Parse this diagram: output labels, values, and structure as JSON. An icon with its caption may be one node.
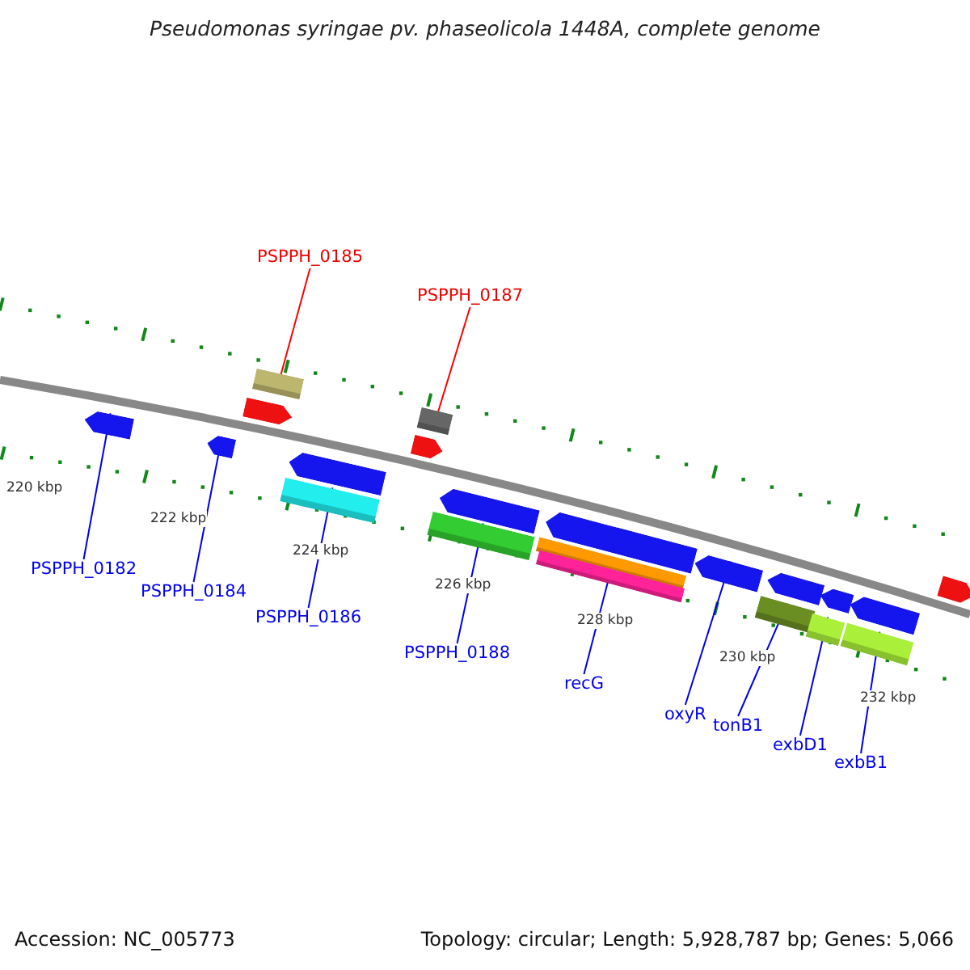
{
  "diagram": {
    "title": "Pseudomonas syringae pv. phaseolicola 1448A, complete genome",
    "nodes": [
      {
        "text": [],
        "shape": "arrow"
      },
      {
        "text": [],
        "shape": "bar"
      },
      {
        "text": [],
        "shape": "arrow"
      },
      {
        "text": [],
        "shape": "arrow"
      },
      {
        "text": [],
        "shape": "arrow"
      },
      {
        "text": [],
        "shape": "bar"
      },
      {
        "text": [],
        "shape": "bar"
      },
      {
        "text": [],
        "shape": "arrow"
      },
      {
        "text": [],
        "shape": "arrow"
      },
      {
        "text": [],
        "shape": "bar"
      },
      {
        "text": [],
        "shape": "arrow"
      },
      {
        "text": [],
        "shape": "bar"
      },
      {
        "text": [],
        "shape": "bar"
      },
      {
        "text": [],
        "shape": "arrow"
      },
      {
        "text": [],
        "shape": "arrow"
      },
      {
        "text": [],
        "shape": "bar"
      },
      {
        "text": [],
        "shape": "arrow"
      },
      {
        "text": [],
        "shape": "arrow"
      },
      {
        "text": [],
        "shape": "bar"
      },
      {
        "text": [],
        "shape": "bar"
      },
      {
        "text": [],
        "shape": "arrow"
      },
      {
        "text": [
          "PSPPH_0185"
        ]
      },
      {
        "text": [
          "PSPPH_0187"
        ]
      },
      {
        "text": [
          "PSPPH_0182"
        ]
      },
      {
        "text": [
          "PSPPH_0184"
        ]
      },
      {
        "text": [
          "PSPPH_0186"
        ]
      },
      {
        "text": [
          "PSPPH_0188"
        ]
      },
      {
        "text": [
          "recG"
        ]
      },
      {
        "text": [
          "oxyR"
        ]
      },
      {
        "text": [
          "tonB1"
        ]
      },
      {
        "text": [
          "exbD1"
        ]
      },
      {
        "text": [
          "exbB1"
        ]
      }
    ],
    "edges": [
      {
        "from": 21,
        "to": 1,
        "arrow": "none",
        "color": "#ff0000"
      },
      {
        "from": 22,
        "to": 6,
        "arrow": "none",
        "color": "#ff0000"
      },
      {
        "from": 23,
        "to": 0,
        "arrow": "none"
      },
      {
        "from": 24,
        "to": 3,
        "arrow": "none"
      },
      {
        "from": 25,
        "to": 5,
        "arrow": "none"
      },
      {
        "from": 26,
        "to": 9,
        "arrow": "none"
      },
      {
        "from": 27,
        "to": 12,
        "arrow": "none"
      },
      {
        "from": 28,
        "to": 13,
        "arrow": "none"
      },
      {
        "from": 29,
        "to": 15,
        "arrow": "none"
      },
      {
        "from": 30,
        "to": 18,
        "arrow": "none"
      },
      {
        "from": 31,
        "to": 19,
        "arrow": "none"
      }
    ],
    "labels": [
      "220 kbp",
      "222 kbp",
      "224 kbp",
      "226 kbp",
      "228 kbp",
      "230 kbp",
      "232 kbp",
      "Accession: NC_005773",
      "Topology: circular; Length: 5,928,787 bp; Genes: 5,066"
    ]
  }
}
